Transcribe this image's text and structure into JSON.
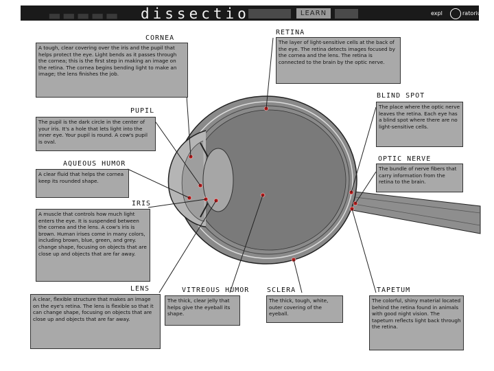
{
  "header": {
    "title": "dissection",
    "nav_active": "LEARN",
    "logo_left": "expl",
    "logo_right": "ratorium"
  },
  "parts": {
    "cornea": {
      "label": "CORNEA",
      "text": "A tough, clear covering over the iris and the pupil that helps protect the eye. Light bends as it passes through the cornea; this is the first step in making an image on the retina. The cornea begins bending light to make an image; the lens finishes the job."
    },
    "retina": {
      "label": "RETINA",
      "text": "The layer of light-sensitive cells at the back of the eye. The retina detects images focused by the cornea and the lens. The retina is connected to the brain by the optic nerve."
    },
    "pupil": {
      "label": "PUPIL",
      "text": "The pupil is the dark circle in the center of your iris. It's a hole that lets light into the inner eye. Your pupil is round. A cow's pupil is oval."
    },
    "blind_spot": {
      "label": "BLIND SPOT",
      "text": "The place where the optic nerve leaves the retina. Each eye has a blind spot where there are no light-sensitive cells."
    },
    "aqueous_humor": {
      "label": "AQUEOUS HUMOR",
      "text": "A clear fluid that helps the cornea keep its rounded shape."
    },
    "optic_nerve": {
      "label": "OPTIC NERVE",
      "text": "The bundle of nerve fibers that carry information from the retina to the brain."
    },
    "iris": {
      "label": "IRIS",
      "text": "A muscle that controls how much light enters the eye. It is suspended between the cornea and the lens. A cow's iris is brown. Human irises come in many colors, including brown, blue, green, and grey. change shape, focusing on objects that are close up and objects that are far away."
    },
    "lens": {
      "label": "LENS",
      "text": "A clear, flexible structure that makes an image on the eye's retina. The lens is flexible so that it can change shape, focusing on objects that are close up and objects that are far away."
    },
    "vitreous_humor": {
      "label": "VITREOUS HUMOR",
      "text": "The thick, clear jelly that helps give the eyeball its shape."
    },
    "sclera": {
      "label": "SCLERA",
      "text": "The thick, tough, white, outer covering of the eyeball."
    },
    "tapetum": {
      "label": "TAPETUM",
      "text": "The colorful, shiny material located behind the retina found in animals with good night vision. The tapetum reflects light back through the retina."
    }
  }
}
